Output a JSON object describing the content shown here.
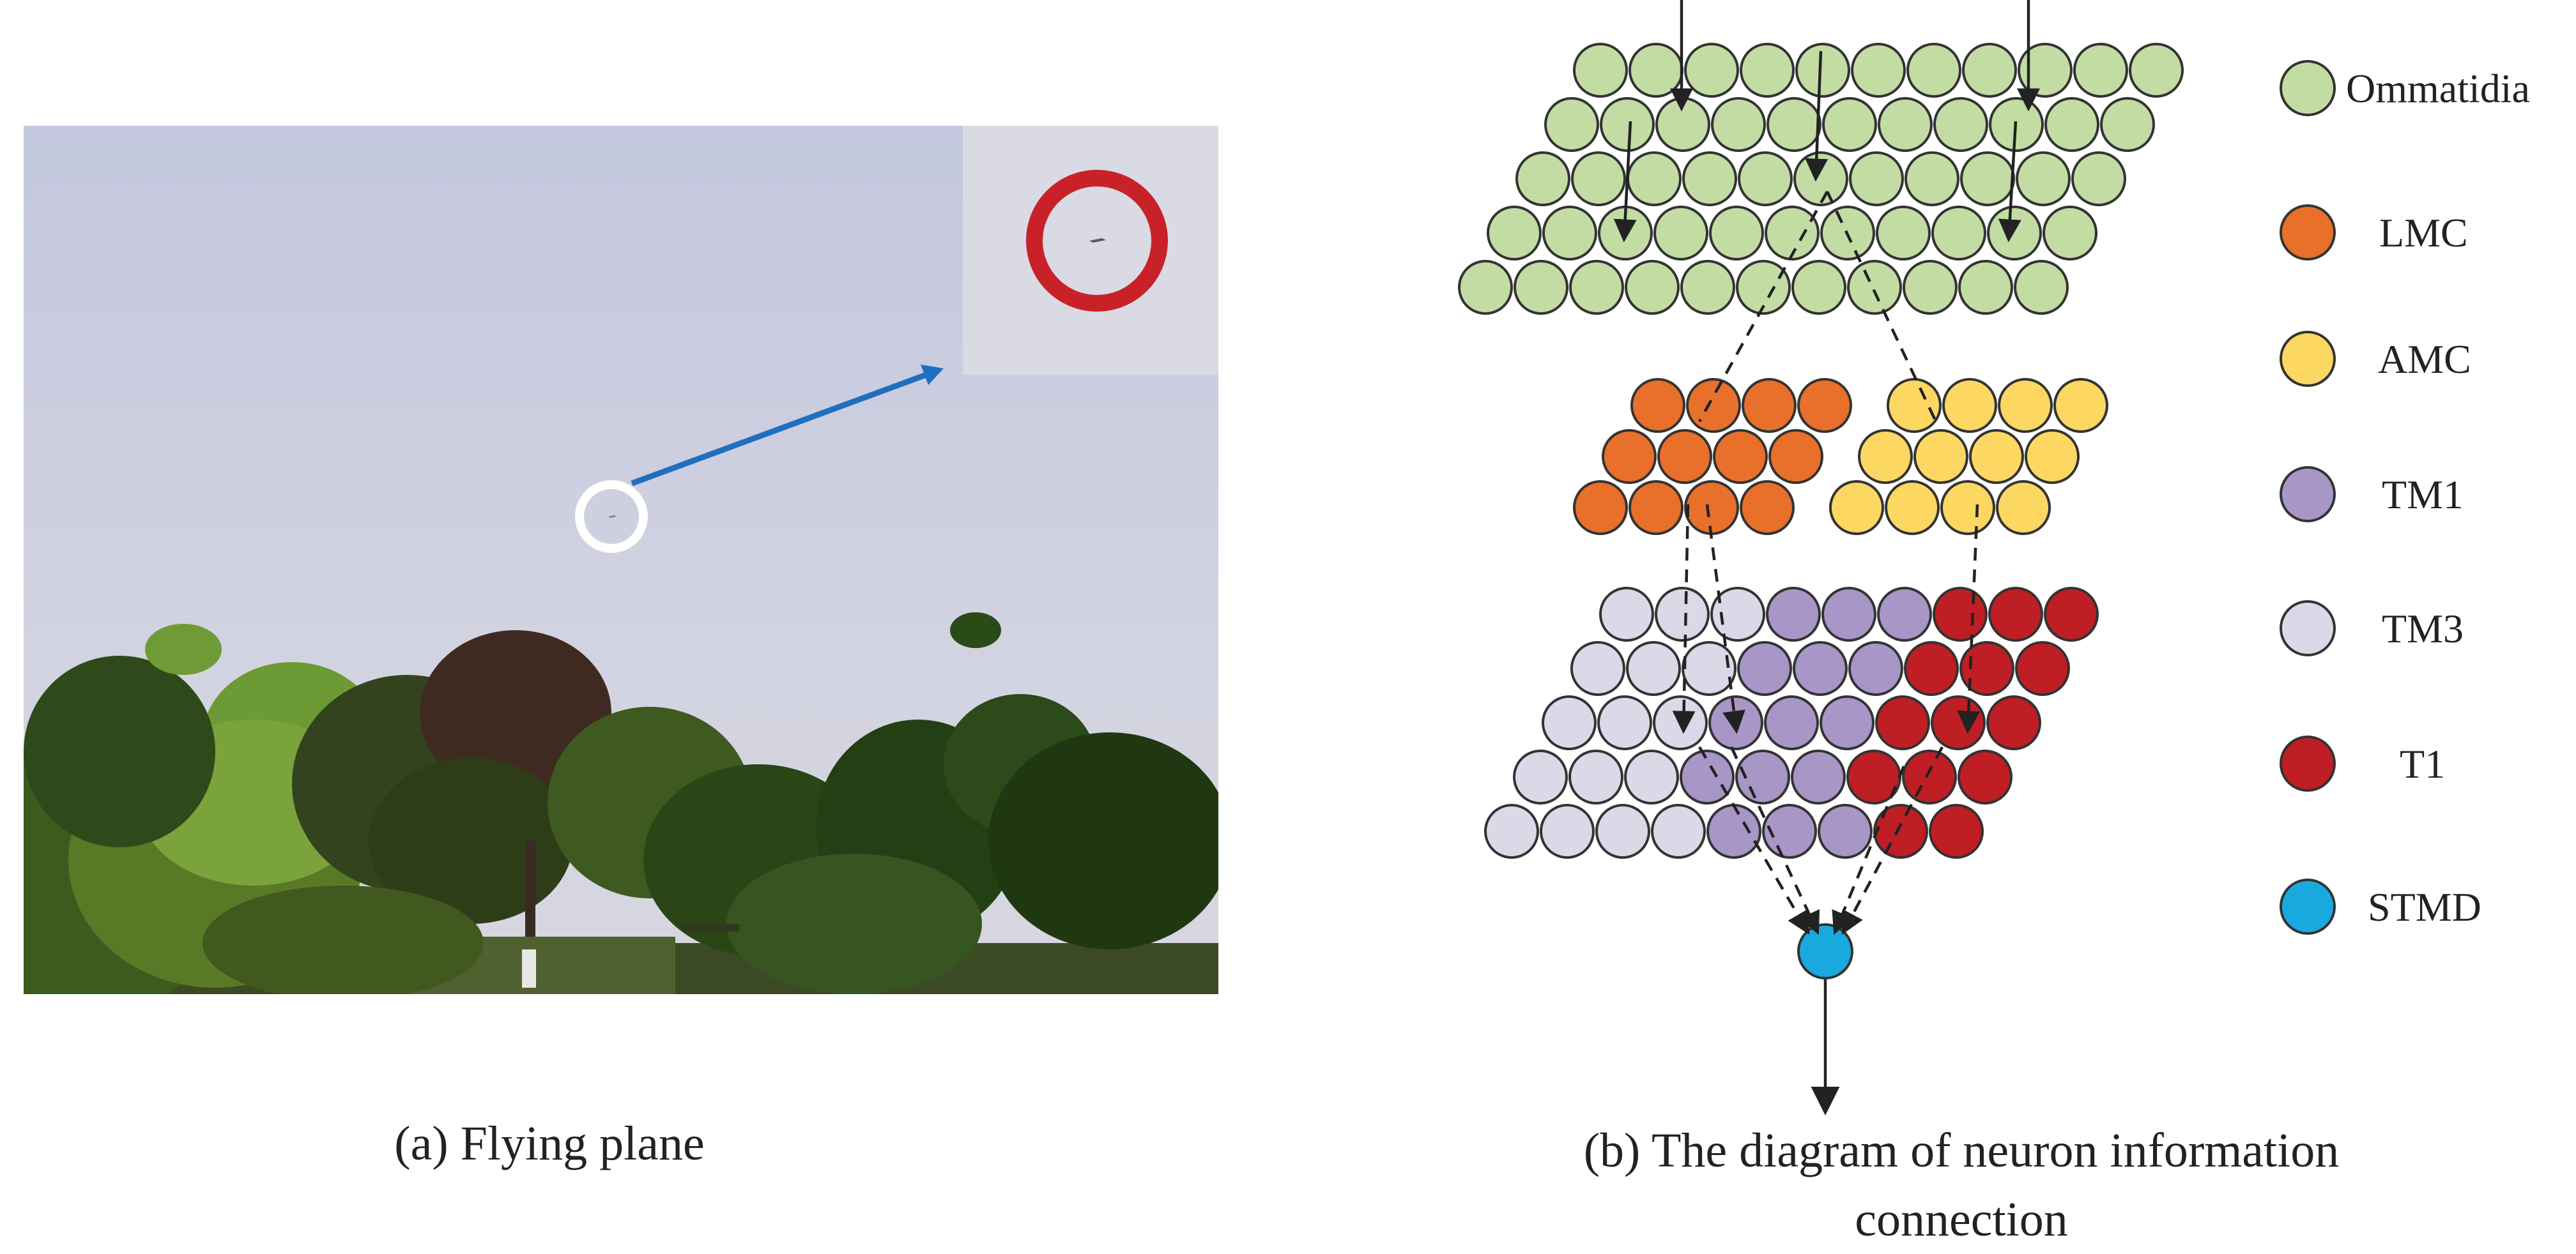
{
  "panel_a": {
    "caption": "(a) Flying plane"
  },
  "panel_b": {
    "caption_line1": "(b) The diagram of neuron information",
    "caption_line2": "connection",
    "legend": [
      {
        "label": "Ommatidia",
        "color": "#c3dca4"
      },
      {
        "label": "LMC",
        "color": "#e8702a"
      },
      {
        "label": "AMC",
        "color": "#fcd863"
      },
      {
        "label": "TM1",
        "color": "#a796c6"
      },
      {
        "label": "TM3",
        "color": "#dcd8e8"
      },
      {
        "label": "T1",
        "color": "#bf1e24"
      },
      {
        "label": "STMD",
        "color": "#19a9df"
      }
    ]
  },
  "colors": {
    "sky": "#c9cde0",
    "inset_bg": "#d9dae4",
    "inset_ring": "#c82228",
    "arrow_blue": "#1f6fbf",
    "line": "#222222"
  }
}
